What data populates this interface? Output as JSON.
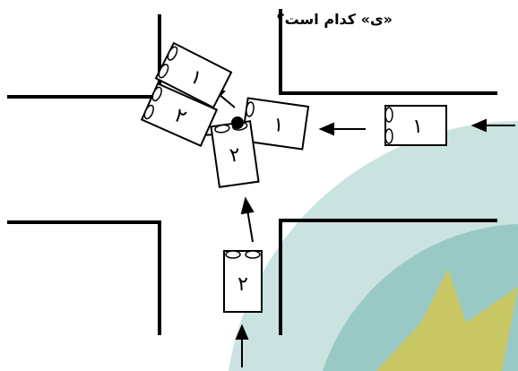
{
  "question": {
    "text": "«ی» کدام است؟"
  },
  "vehicles": [
    {
      "id": "car-1-approach",
      "label": "۱"
    },
    {
      "id": "car-1-collision",
      "label": "۱"
    },
    {
      "id": "car-1-deflected",
      "label": "۱"
    },
    {
      "id": "car-2-approach",
      "label": "۲"
    },
    {
      "id": "car-2-collision",
      "label": "۲"
    },
    {
      "id": "car-2-deflected",
      "label": "۲"
    }
  ],
  "colors": {
    "road_line": "#000000",
    "watermark_teal": "#2f8f86",
    "watermark_gold": "#f2c200"
  }
}
